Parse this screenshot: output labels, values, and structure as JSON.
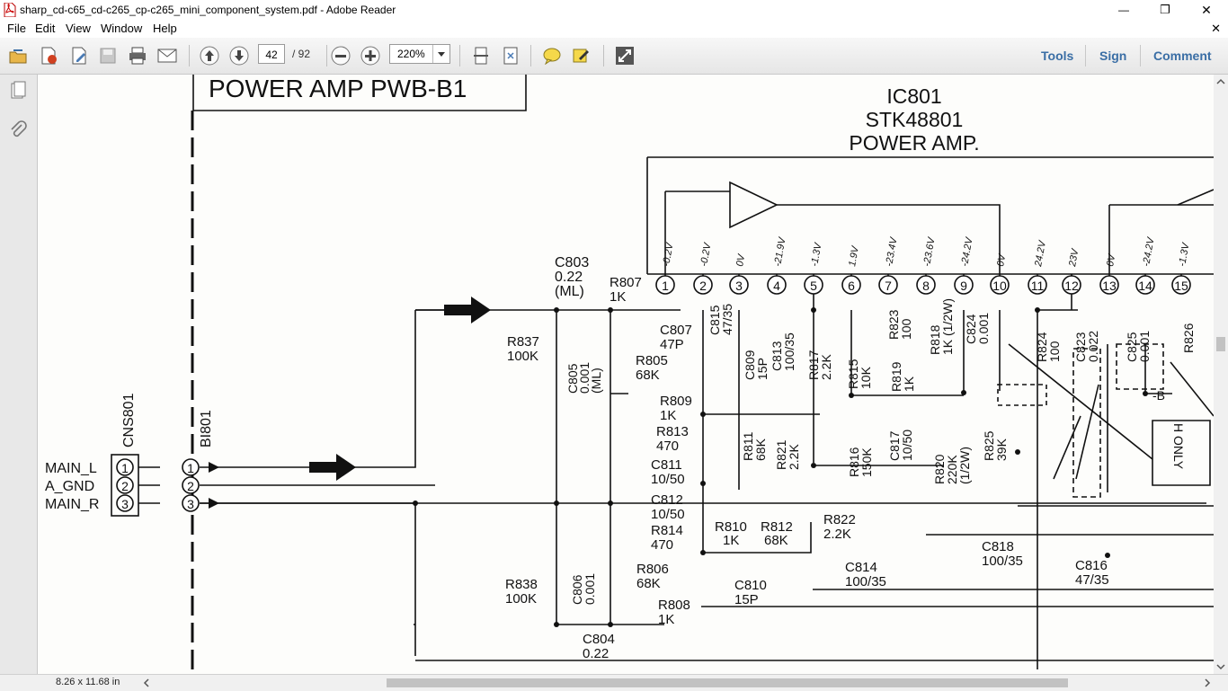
{
  "window": {
    "title": "sharp_cd-c65_cd-c265_cp-c265_mini_component_system.pdf - Adobe Reader",
    "minimize": "—",
    "maximize": "❐",
    "close": "✕"
  },
  "menu": {
    "items": [
      "File",
      "Edit",
      "View",
      "Window",
      "Help"
    ],
    "close": "✕"
  },
  "toolbar": {
    "page_current": "42",
    "page_total": "/ 92",
    "zoom": "220%",
    "tools_label": "Tools",
    "sign_label": "Sign",
    "comment_label": "Comment"
  },
  "status": {
    "page_size": "8.26 x 11.68 in"
  },
  "schematic": {
    "board_title": "POWER AMP PWB-B1",
    "ic_ref": "IC801",
    "ic_part": "STK48801",
    "ic_function": "POWER AMP.",
    "connector_ref": "CNS801",
    "connector2_ref": "BI801",
    "signals": [
      "MAIN_L",
      "A_GND",
      "MAIN_R"
    ],
    "pin_numbers": [
      "1",
      "2",
      "3",
      "4",
      "5",
      "6",
      "7",
      "8",
      "9",
      "10",
      "11",
      "12",
      "13",
      "14",
      "15"
    ],
    "pin_voltages": [
      "-0.2V",
      "-0.2V",
      "0V",
      "-21.9V",
      "-1.3V",
      "1.9V",
      "-23.4V",
      "-23.6V",
      "-24.2V",
      "0V",
      "24.2V",
      "23V",
      "0V",
      "-24.2V",
      "-1.3V"
    ],
    "components": {
      "c803": [
        "C803",
        "0.22",
        "(ML)"
      ],
      "r807": [
        "R807",
        "1K"
      ],
      "c807": [
        "C807",
        "47P"
      ],
      "c815": [
        "C815",
        "47/35"
      ],
      "r837": [
        "R837",
        "100K"
      ],
      "c805": [
        "C805",
        "0.001",
        "(ML)"
      ],
      "r805": [
        "R805",
        "68K"
      ],
      "r809": [
        "R809",
        "1K"
      ],
      "r813": [
        "R813",
        "470"
      ],
      "c811": [
        "C811",
        "10/50"
      ],
      "c812": [
        "C812",
        "10/50"
      ],
      "r814": [
        "R814",
        "470"
      ],
      "r810": [
        "R810",
        "1K"
      ],
      "r812": [
        "R812",
        "68K"
      ],
      "r822": [
        "R822",
        "2.2K"
      ],
      "c810": [
        "C810",
        "15P"
      ],
      "c814": [
        "C814",
        "100/35"
      ],
      "r838": [
        "R838",
        "100K"
      ],
      "c806": [
        "C806",
        "0.001"
      ],
      "r806": [
        "R806",
        "68K"
      ],
      "r808": [
        "R808",
        "1K"
      ],
      "c804": [
        "C804",
        "0.22"
      ],
      "c809": [
        "C809",
        "15P"
      ],
      "c813": [
        "C813",
        "100/35"
      ],
      "r817": [
        "R817",
        "2.2K"
      ],
      "r815": [
        "R815",
        "10K"
      ],
      "r819": [
        "R819",
        "1K"
      ],
      "r823": [
        "R823",
        "100"
      ],
      "r818": [
        "R818",
        "1K (1/2W)"
      ],
      "c824": [
        "C824",
        "0.001"
      ],
      "r824": [
        "R824",
        "100"
      ],
      "c823": [
        "C823",
        "0.022"
      ],
      "c825": [
        "C825",
        "0.001"
      ],
      "r826": [
        "R826"
      ],
      "r811": [
        "R811",
        "68K"
      ],
      "r821": [
        "R821",
        "2.2K"
      ],
      "r816": [
        "R816",
        "150K"
      ],
      "c817": [
        "C817",
        "10/50"
      ],
      "r820": [
        "R820",
        "220K",
        "(1/2W)"
      ],
      "r825": [
        "R825",
        "39K"
      ],
      "c818": [
        "C818",
        "100/35"
      ],
      "c816": [
        "C816",
        "47/35"
      ]
    },
    "h_only": "H ONLY",
    "minus_b": "-B"
  }
}
